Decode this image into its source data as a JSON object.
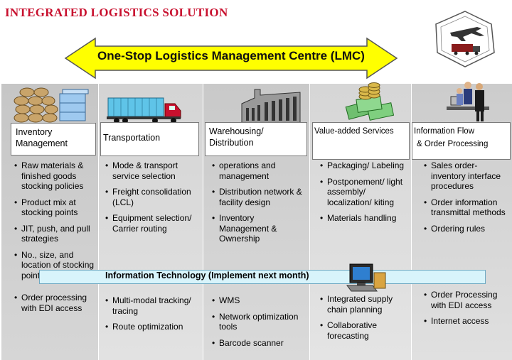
{
  "title": "INTEGRATED LOGISTICS SOLUTION",
  "banner": "One-Stop Logistics Management Centre (LMC)",
  "colors": {
    "title": "#c8102e",
    "arrow_fill": "#ffff00",
    "it_bar": "#d8f4fb"
  },
  "columns": [
    {
      "heading": [
        "Inventory",
        "Management"
      ],
      "icon": "warehouse-sacks-icon",
      "top_items": [
        "Raw materials & finished goods stocking policies",
        "Product mix at stocking points",
        "JIT, push, and pull strategies",
        "No., size, and location of stocking points"
      ],
      "bottom_items": [
        "Order processing with EDI access"
      ]
    },
    {
      "heading": [
        "Transportation"
      ],
      "icon": "truck-icon",
      "top_items": [
        "Mode & transport service  selection",
        "Freight consolidation (LCL)",
        "Equipment selection/ Carrier routing"
      ],
      "bottom_items": [
        "Multi-modal tracking/ tracing",
        "Route optimization"
      ]
    },
    {
      "heading": [
        "Warehousing/",
        "Distribution"
      ],
      "icon": "factory-icon",
      "top_items": [
        "operations and management",
        "Distribution network & facility design",
        "Inventory Management & Ownership"
      ],
      "bottom_items": [
        "WMS",
        "Network optimization tools",
        "Barcode scanner"
      ]
    },
    {
      "heading": [
        "Value-added Services"
      ],
      "icon": "money-coins-icon",
      "top_items": [
        "Packaging/ Labeling",
        "Postponement/ light assembly/ localization/ kiting",
        "Materials handling"
      ],
      "bottom_items": [
        "Integrated supply chain planning",
        "Collaborative forecasting"
      ]
    },
    {
      "heading": [
        "Information Flow",
        "& Order Processing"
      ],
      "icon": "office-workers-icon",
      "top_items": [
        "Sales order-inventory interface procedures",
        "Order information transmittal methods",
        "Ordering rules"
      ],
      "bottom_items": [
        "Order Processing with EDI access",
        "Internet access"
      ]
    }
  ],
  "it_bar": "Information Technology (Implement next month)"
}
